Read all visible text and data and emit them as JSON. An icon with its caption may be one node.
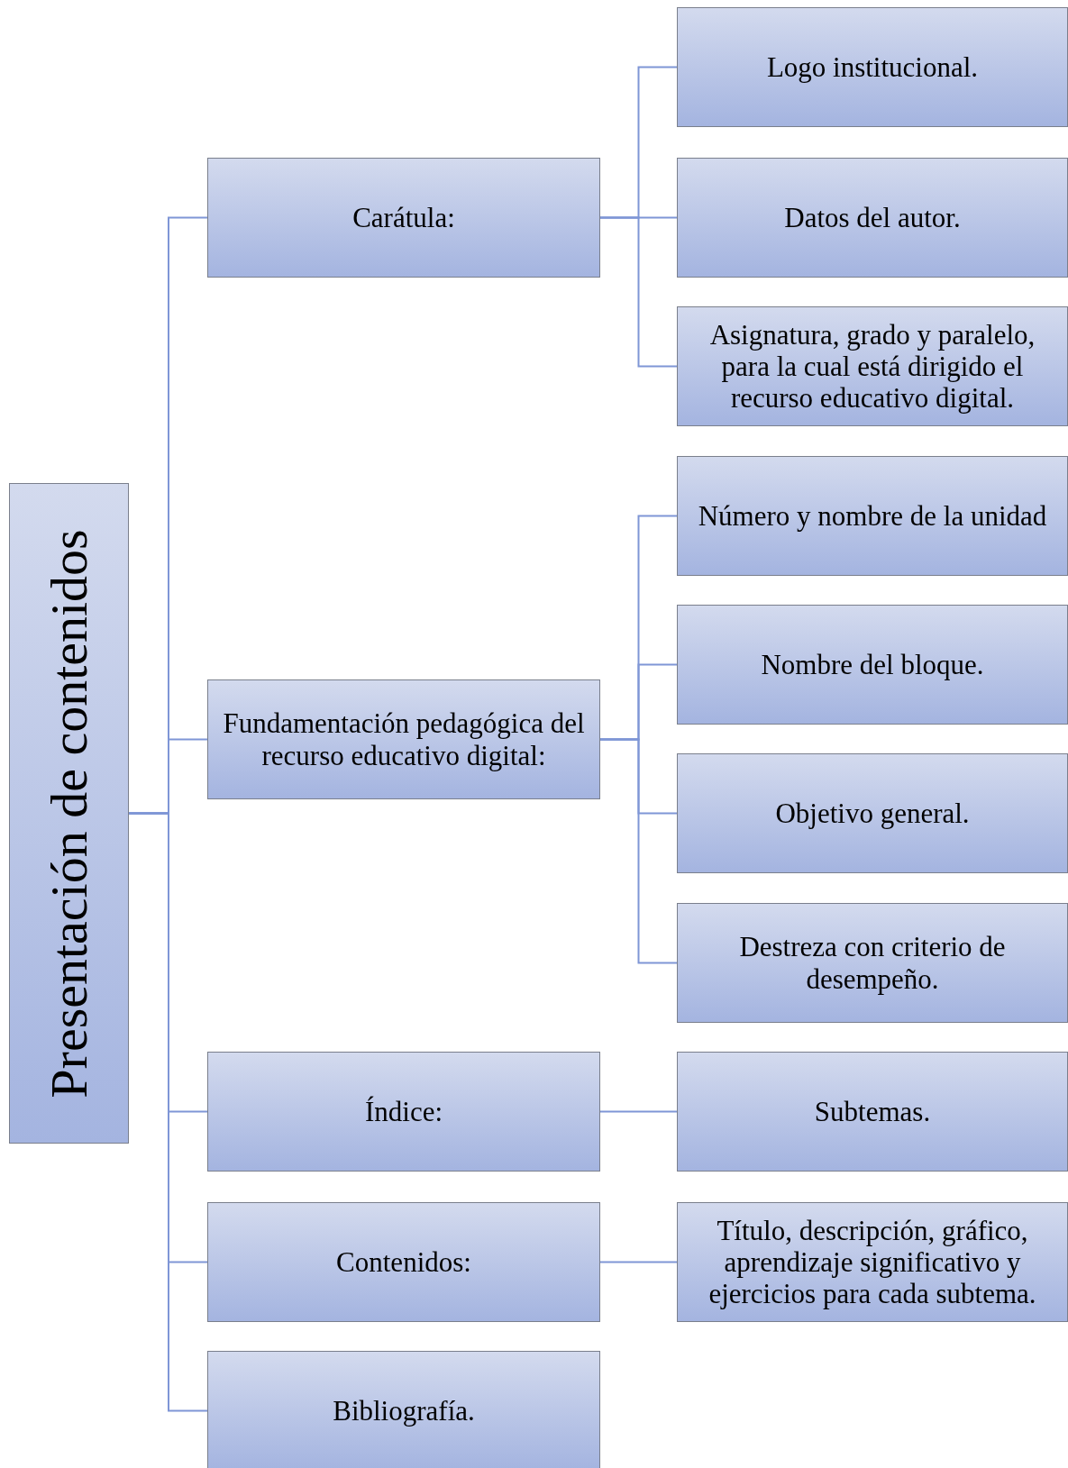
{
  "diagram": {
    "nodes": [
      {
        "text": [
          "Presentación de contenidos"
        ]
      },
      {
        "text": [
          "Carátula:"
        ]
      },
      {
        "text": [
          "Logo institucional."
        ]
      },
      {
        "text": [
          "Datos del autor."
        ]
      },
      {
        "text": [
          "Asignatura, grado y paralelo, para la cual está dirigido el recurso educativo digital."
        ]
      },
      {
        "text": [
          "Fundamentación pedagógica del recurso educativo digital:"
        ]
      },
      {
        "text": [
          "Número y nombre de la unidad"
        ]
      },
      {
        "text": [
          "Nombre del bloque."
        ]
      },
      {
        "text": [
          "Objetivo general."
        ]
      },
      {
        "text": [
          "Destreza con criterio de desempeño."
        ]
      },
      {
        "text": [
          "Índice:"
        ]
      },
      {
        "text": [
          "Subtemas."
        ]
      },
      {
        "text": [
          "Contenidos:"
        ]
      },
      {
        "text": [
          "Título, descripción, gráfico, aprendizaje significativo y ejercicios para cada subtema."
        ]
      },
      {
        "text": [
          "Bibliografía."
        ]
      }
    ],
    "edges": [
      {
        "from": 0,
        "to": 1,
        "arrow": "none"
      },
      {
        "from": 0,
        "to": 5,
        "arrow": "none"
      },
      {
        "from": 0,
        "to": 10,
        "arrow": "none"
      },
      {
        "from": 0,
        "to": 12,
        "arrow": "none"
      },
      {
        "from": 0,
        "to": 14,
        "arrow": "none"
      },
      {
        "from": 1,
        "to": 2,
        "arrow": "none"
      },
      {
        "from": 1,
        "to": 3,
        "arrow": "none"
      },
      {
        "from": 1,
        "to": 4,
        "arrow": "none"
      },
      {
        "from": 5,
        "to": 6,
        "arrow": "none"
      },
      {
        "from": 5,
        "to": 7,
        "arrow": "none"
      },
      {
        "from": 5,
        "to": 8,
        "arrow": "none"
      },
      {
        "from": 5,
        "to": 9,
        "arrow": "none"
      },
      {
        "from": 10,
        "to": 11,
        "arrow": "none"
      },
      {
        "from": 12,
        "to": 13,
        "arrow": "none"
      }
    ]
  }
}
